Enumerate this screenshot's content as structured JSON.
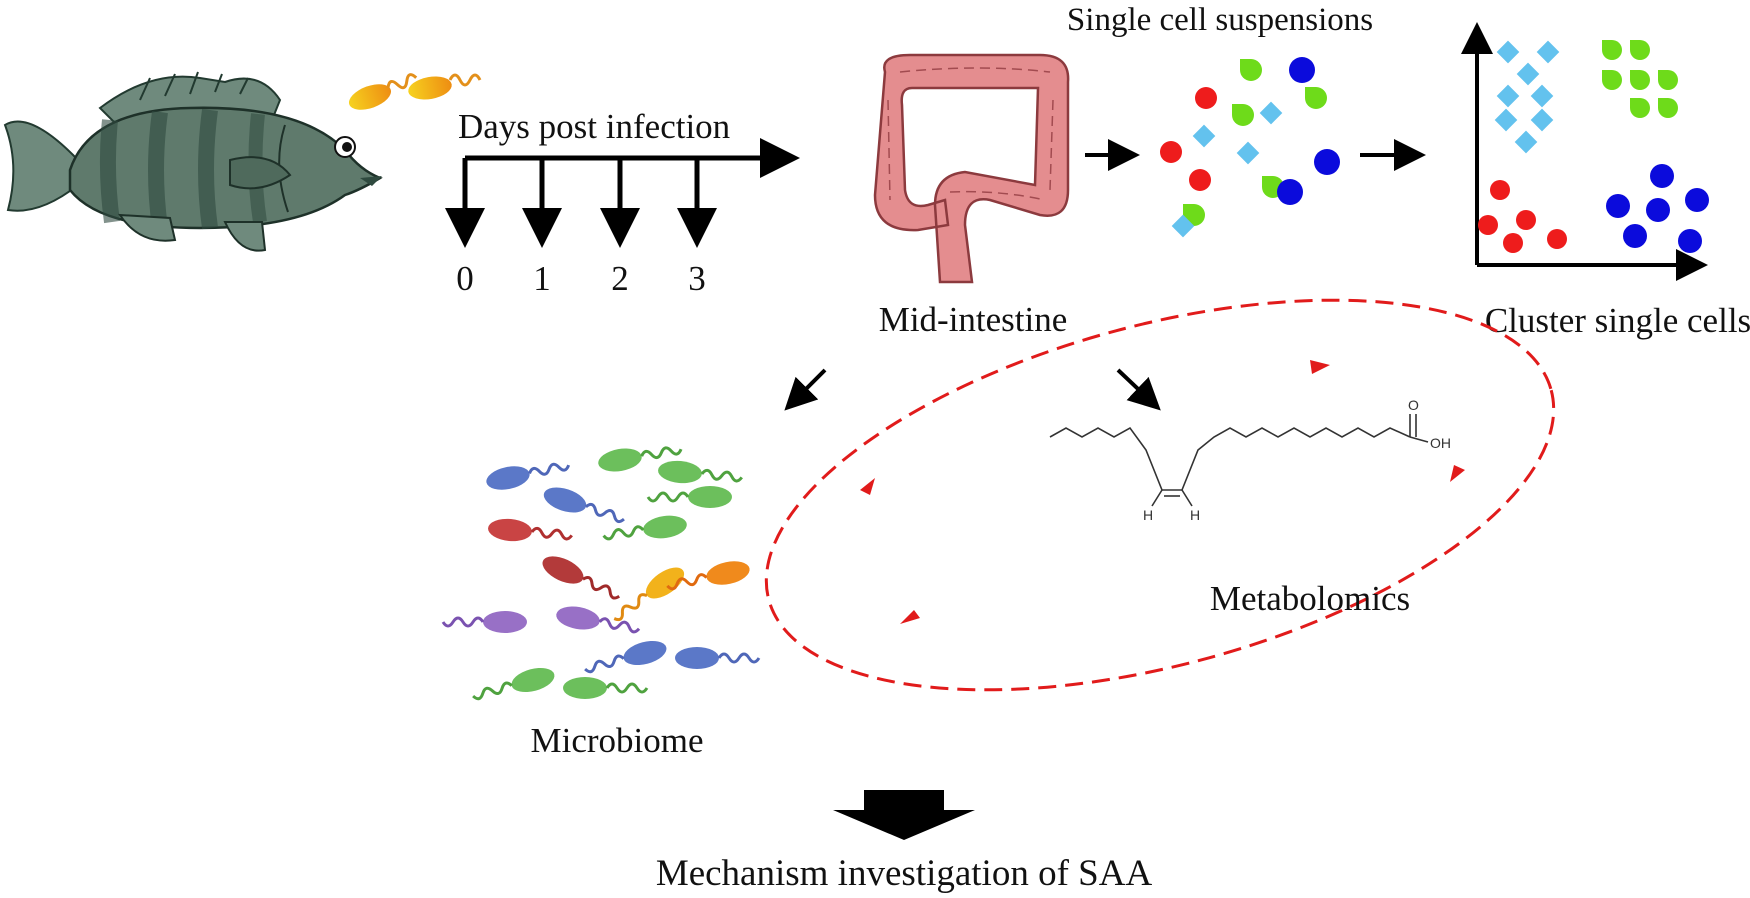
{
  "timeline": {
    "label": "Days post infection",
    "days": [
      "0",
      "1",
      "2",
      "3"
    ]
  },
  "labels": {
    "intestine": "Mid-intestine",
    "suspension": "Single cell suspensions",
    "cluster": "Cluster single cells",
    "microbiome": "Microbiome",
    "metabolomics": "Metabolomics",
    "mechanism": "Mechanism investigation of SAA"
  },
  "molecule": {
    "acid_label": "OH",
    "carbonyl_label": "O",
    "h_label": "H"
  },
  "colors": {
    "fish_body": "#5f7a6c",
    "fish_stripe": "#2f4a3f",
    "intestine": "#e48d8f",
    "intestine_outline": "#8c3a3e",
    "cell_red": "#ee1c1c",
    "cell_green": "#6edb1a",
    "cell_blue": "#0b0bdc",
    "cell_cyan": "#63c2ee",
    "cycle": "#e11b1b"
  },
  "icons": {
    "fish": "grouper-fish-icon",
    "pathogen": "flagellated-bacteria-icon",
    "intestine": "intestine-icon",
    "molecule": "fatty-acid-structure-icon"
  }
}
